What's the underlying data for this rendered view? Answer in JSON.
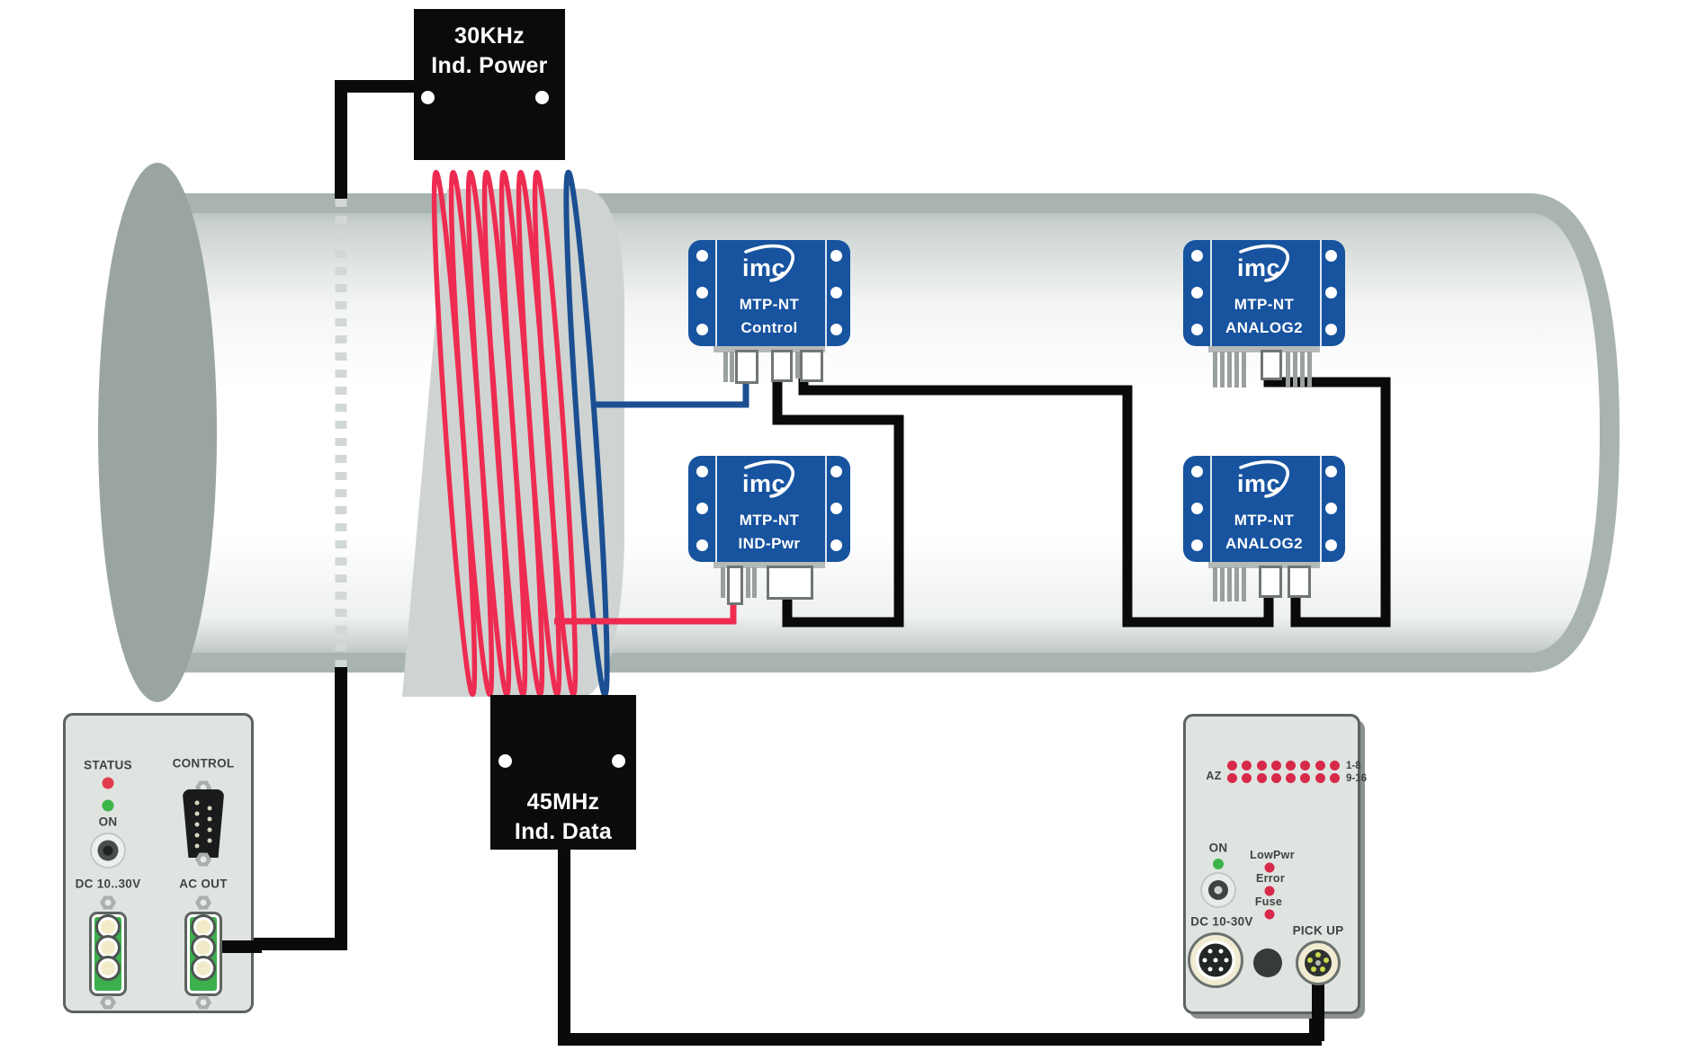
{
  "power_coupler": {
    "line1": "30KHz",
    "line2": "Ind. Power"
  },
  "data_coupler": {
    "line1": "45MHz",
    "line2": "Ind. Data"
  },
  "modules": [
    {
      "logo": "imc",
      "line1": "MTP-NT",
      "line2": "Control"
    },
    {
      "logo": "imc",
      "line1": "MTP-NT",
      "line2": "IND-Pwr"
    },
    {
      "logo": "imc",
      "line1": "MTP-NT",
      "line2": "ANALOG2"
    },
    {
      "logo": "imc",
      "line1": "MTP-NT",
      "line2": "ANALOG2"
    }
  ],
  "power_supply_box": {
    "status": "STATUS",
    "on": "ON",
    "control": "CONTROL",
    "dc_input": "DC 10..30V",
    "ac_out": "AC OUT"
  },
  "receiver_box": {
    "az": "AZ",
    "range_row1": "1-8",
    "range_row2": "9-16",
    "on": "ON",
    "low_pwr": "LowPwr",
    "error": "Error",
    "fuse": "Fuse",
    "dc_input": "DC 10-30V",
    "pick_up": "PICK UP"
  },
  "colors": {
    "module_blue": "#17539f",
    "coil_red": "#ee2b51",
    "coil_blue": "#1b4f92",
    "wire_black": "#0a0a0a",
    "led_red": "#e33b4e",
    "led_green": "#3cb54a",
    "terminal_green": "#3bb04d",
    "panel_fill": "#e0e4e1",
    "panel_border": "#5d6360",
    "cylinder_edge": "#a9b4b1",
    "cylinder_cap": "#9aa5a2",
    "sleeve_gray": "#cfd4d2"
  }
}
